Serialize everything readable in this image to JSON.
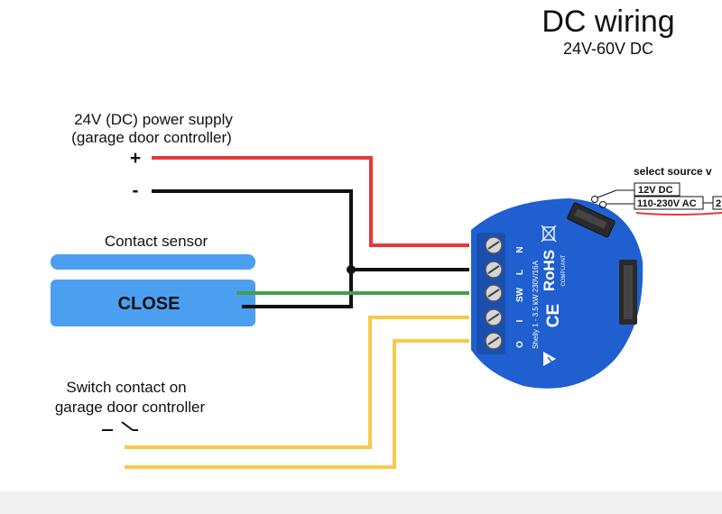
{
  "header": {
    "title": "DC wiring",
    "subtitle": "24V-60V DC"
  },
  "power_supply": {
    "line1": "24V (DC) power supply",
    "line2": "(garage door controller)",
    "plus": "+",
    "minus": "-"
  },
  "contact_sensor": {
    "label": "Contact sensor",
    "state": "CLOSE"
  },
  "switch_contact": {
    "line1": "Switch contact on",
    "line2": "garage door controller"
  },
  "source_selector": {
    "title": "select source v",
    "options": [
      "12V DC",
      "110-230V AC"
    ],
    "option_cut": "2"
  },
  "device": {
    "terminals": [
      "N",
      "L",
      "SW",
      "I",
      "O"
    ],
    "rohs": "RoHS",
    "compliant": "COMPLIANT",
    "ce": "CE",
    "model": "Shelly 1 - 3.5 kW 230V/16A"
  },
  "colors": {
    "wire_positive": "#e53935",
    "wire_negative": "#111111",
    "wire_sensor": "#43a047",
    "wire_switch": "#f7c948",
    "sensor_blue": "#4c9ff0",
    "device_blue": "#1f5fd0"
  }
}
